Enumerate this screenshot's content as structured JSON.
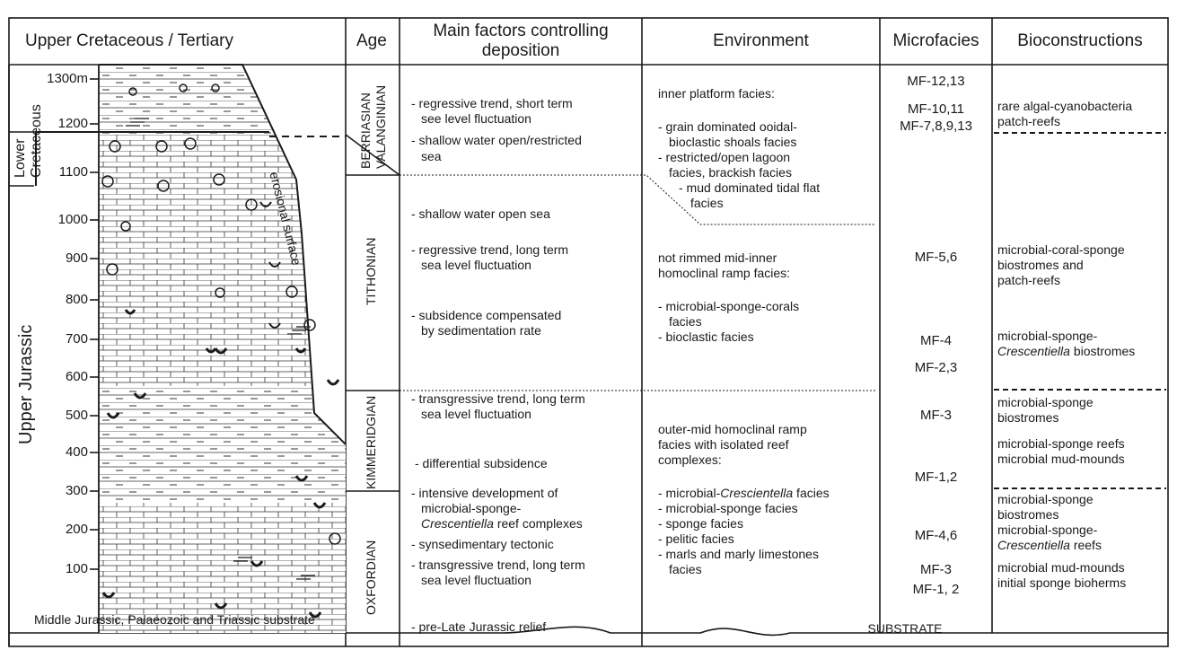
{
  "headers": {
    "section": "Upper Cretaceous / Tertiary",
    "age": "Age",
    "factors": [
      "Main factors controlling",
      "deposition"
    ],
    "environment": "Environment",
    "microfacies": "Microfacies",
    "bioconstructions": "Bioconstructions"
  },
  "depth_ticks": [
    "1300m",
    "1200",
    "1100",
    "1000",
    "900",
    "800",
    "700",
    "600",
    "500",
    "400",
    "300",
    "200",
    "100"
  ],
  "left_labels": {
    "lower_cretaceous": [
      "Lower",
      "Cretaceous"
    ],
    "upper_jurassic": "Upper Jurassic",
    "erosional": "erosional surface"
  },
  "ages": {
    "berriasian": "BERRIASIAN",
    "valanginian": "VALANGINIAN",
    "tithonian": "TITHONIAN",
    "kimmeridgian": "KIMMERIDGIAN",
    "oxfordian": "OXFORDIAN"
  },
  "factors": {
    "f1": "- regressive trend, short term",
    "f2": "see level fluctuation",
    "f3": "- shallow water open/restricted",
    "f4": "sea",
    "f5": "- shallow water open sea",
    "f6": "- regressive trend, long term",
    "f7": "sea level fluctuation",
    "f8": "- subsidence compensated",
    "f9": "by sedimentation rate",
    "f10": "- transgressive trend, long term",
    "f11": "sea level fluctuation",
    "f12": "- differential subsidence",
    "f13": "- intensive development of",
    "f14": "microbial-sponge-",
    "f15a": "Crescentiella",
    "f15b": " reef complexes",
    "f16": "- synsedimentary tectonic",
    "f17": "- transgressive trend, long term",
    "f18": "sea level fluctuation"
  },
  "environment": {
    "e1": "inner platform facies:",
    "e2": "- grain dominated ooidal-",
    "e3": "bioclastic shoals facies",
    "e4": "- restricted/open lagoon",
    "e5": "facies, brackish facies",
    "e6": "- mud dominated tidal flat",
    "e7": "facies",
    "e8": "not rimmed mid-inner",
    "e9": "homoclinal ramp facies:",
    "e10": "- microbial-sponge-corals",
    "e11": "facies",
    "e12": "- bioclastic facies",
    "e13": "outer-mid  homoclinal ramp",
    "e14": "facies with isolated reef",
    "e15": "complexes:",
    "e16a": "- microbial-",
    "e16b": "Crescientella",
    "e16c": " facies",
    "e17": "- microbial-sponge facies",
    "e18": "- sponge facies",
    "e19": "- pelitic facies",
    "e20": "- marls and marly limestones",
    "e21": "facies"
  },
  "microfacies": {
    "m1": "MF-12,13",
    "m2": "MF-10,11",
    "m3": "MF-7,8,9,13",
    "m4": "MF-5,6",
    "m5": "MF-4",
    "m6": "MF-2,3",
    "m7": "MF-3",
    "m8": "MF-1,2",
    "m9": "MF-4,6",
    "m10": "MF-3",
    "m11": "MF-1, 2"
  },
  "bioconstructions": {
    "b1": "rare algal-cyanobacteria",
    "b2": "patch-reefs",
    "b3": "microbial-coral-sponge",
    "b4": "biostromes and",
    "b5": "patch-reefs",
    "b6": "microbial-sponge-",
    "b7a": "Crescentiella",
    "b7b": " biostromes",
    "b8": "microbial-sponge",
    "b9": "biostromes",
    "b10": "microbial-sponge reefs",
    "b11": "microbial mud-mounds",
    "b12": "microbial-sponge",
    "b13": "biostromes",
    "b14": "microbial-sponge-",
    "b15a": "Crescentiella",
    "b15b": " reefs",
    "b16": "microbial mud-mounds",
    "b17": "initial sponge bioherms"
  },
  "footer": {
    "substrate_left": "Middle Jurassic, Palaeozoic and Triassic substrate",
    "relief": "- pre-Late Jurassic relief",
    "substrate": "SUBSTRATE"
  }
}
